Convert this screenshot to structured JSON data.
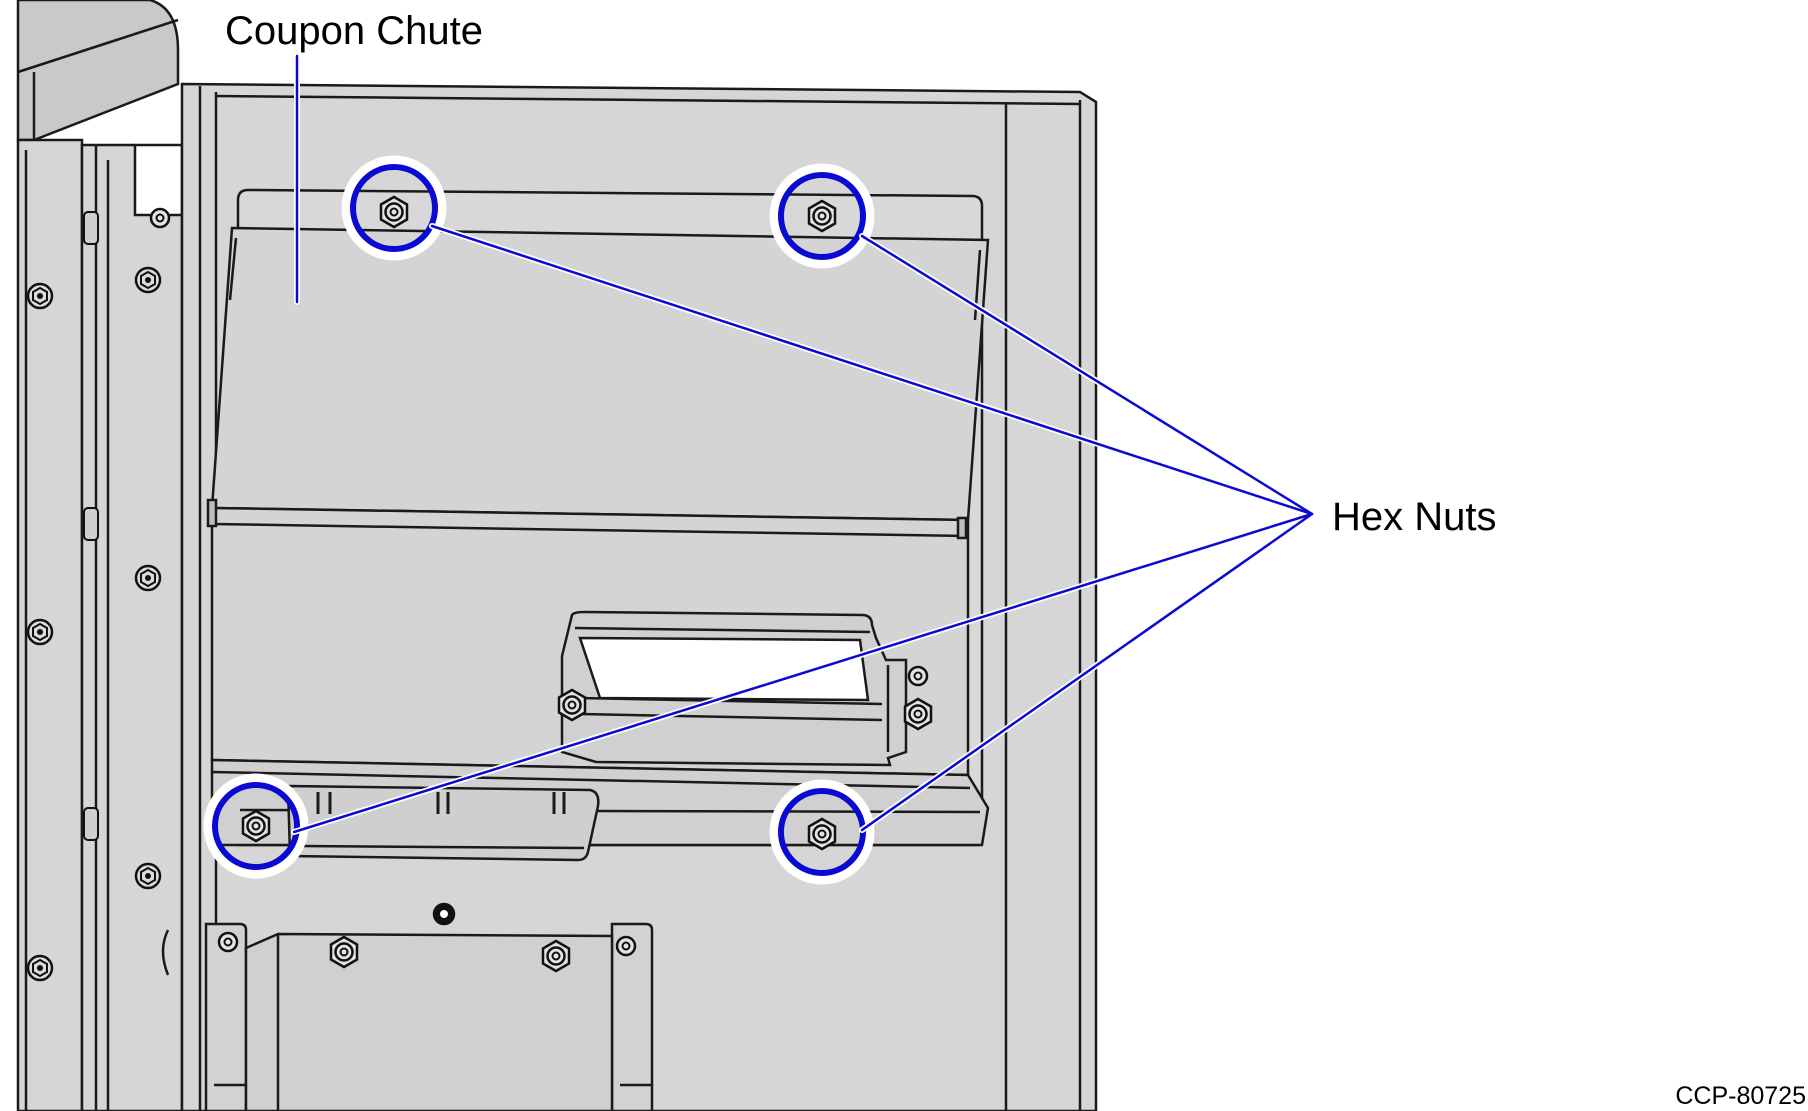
{
  "figure": {
    "labels": {
      "coupon_chute": "Coupon Chute",
      "hex_nuts": "Hex Nuts",
      "figure_id": "CCP-80725"
    },
    "colors": {
      "callout": "#0a0ad2",
      "panel_fill": "#d6d6d6",
      "panel_stroke": "#1a1a1a",
      "highlight": "#ffffff"
    },
    "icons": [
      "hex-nut-icon",
      "callout-circle"
    ]
  }
}
